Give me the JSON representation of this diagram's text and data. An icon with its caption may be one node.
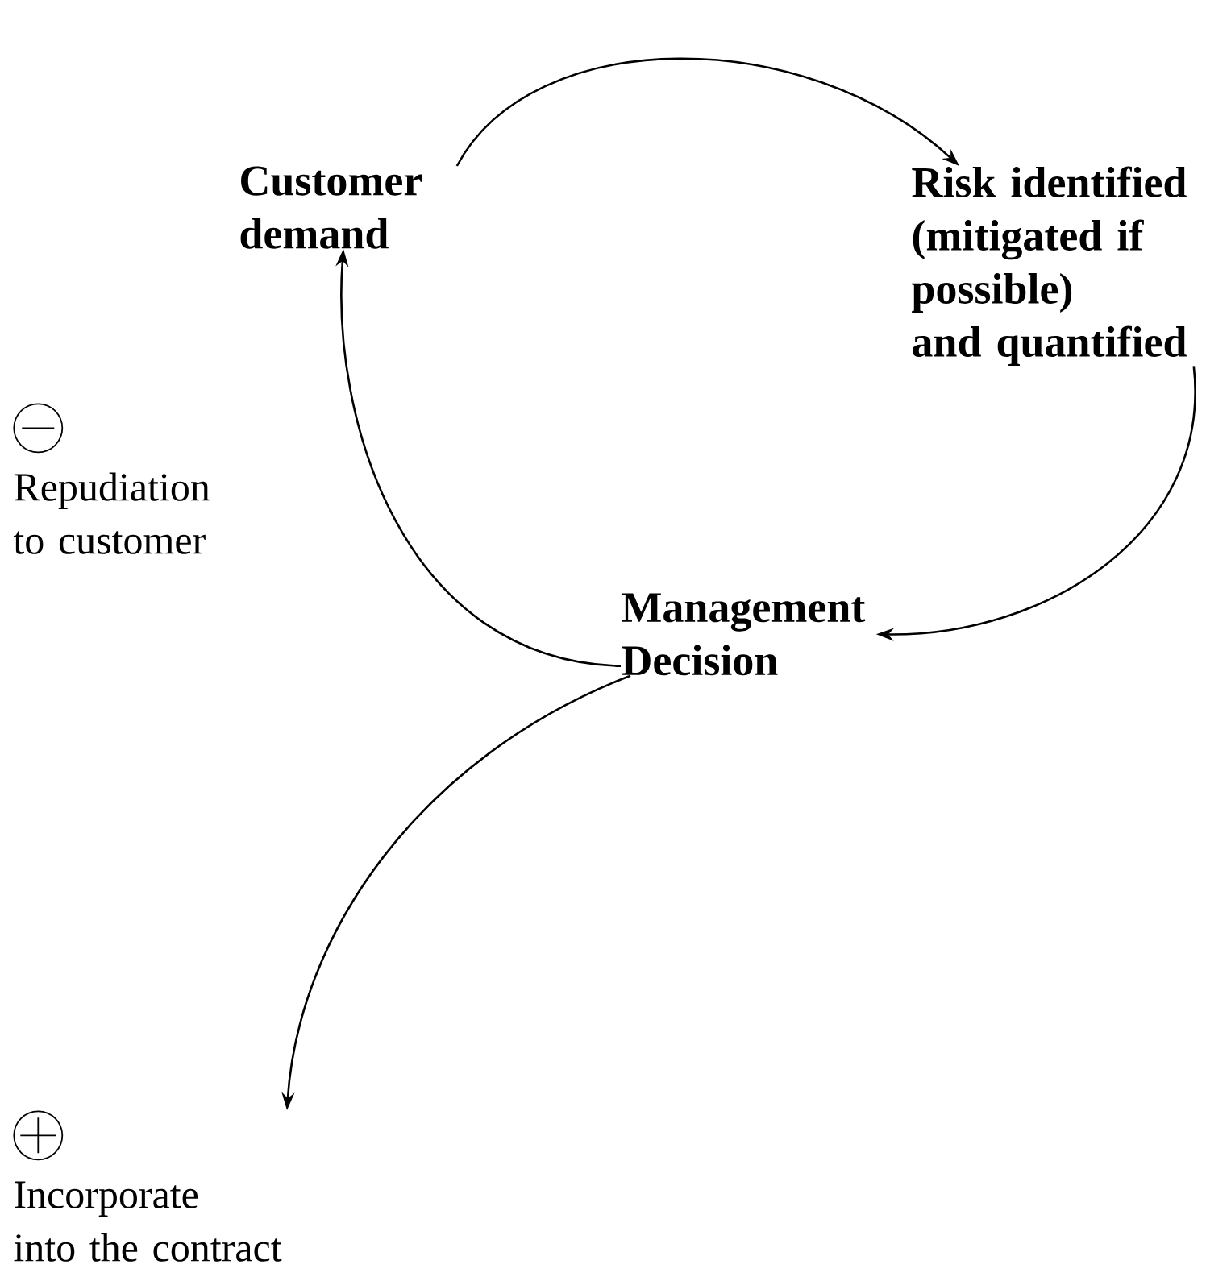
{
  "diagram": {
    "nodes": [
      {
        "text": [
          "Customer demand"
        ]
      },
      {
        "text": [
          "Risk identified (mitigated if possible)",
          "and quantified"
        ]
      },
      {
        "text": [
          "Management Decision"
        ]
      },
      {
        "text": [
          "Repudiation to customer"
        ]
      },
      {
        "text": [
          "Incorporate",
          "into the contract"
        ]
      }
    ],
    "edges": [
      {
        "from": 0,
        "to": 1,
        "arrow": "to"
      },
      {
        "from": 1,
        "to": 2,
        "arrow": "to"
      },
      {
        "from": 2,
        "to": 0,
        "arrow": "to"
      },
      {
        "from": 2,
        "to": 4,
        "arrow": "to"
      }
    ]
  }
}
